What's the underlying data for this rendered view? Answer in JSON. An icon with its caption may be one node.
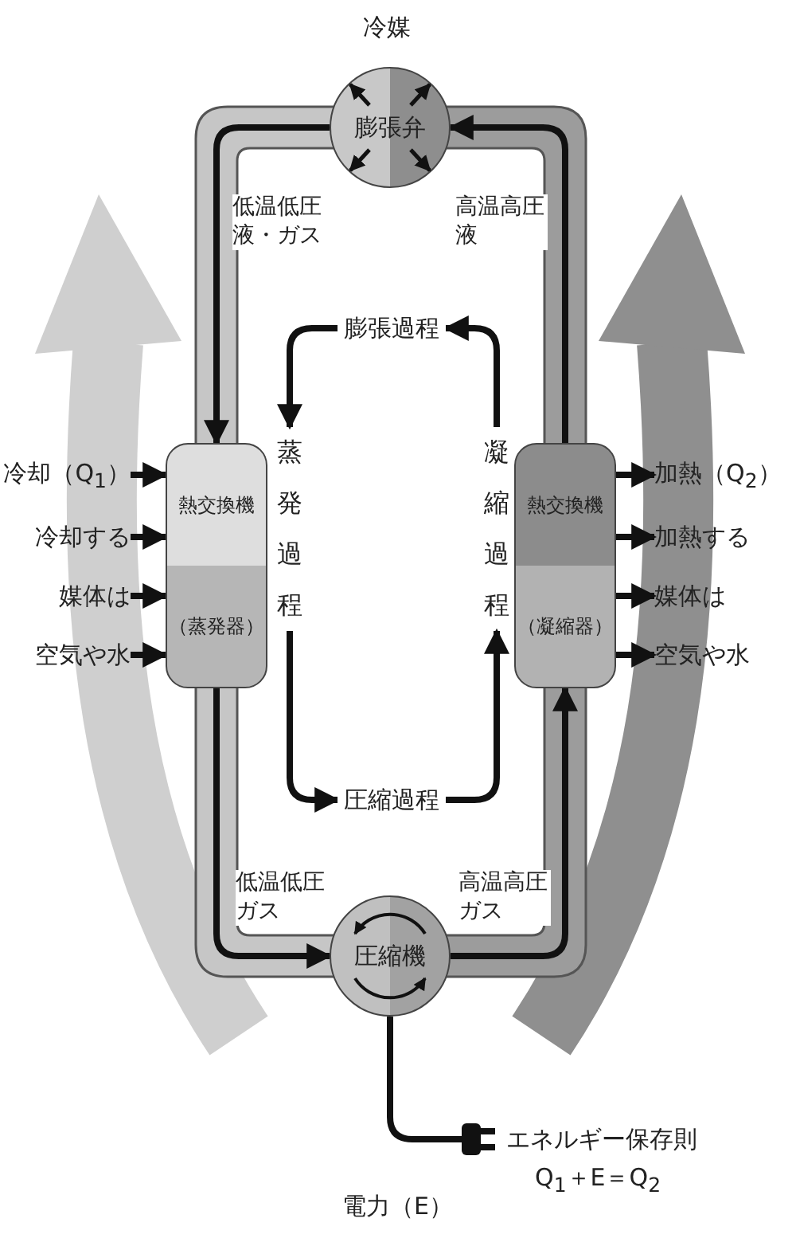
{
  "diagram": {
    "nodes": [
      {
        "text": [
          "膨張弁"
        ]
      },
      {
        "text": [
          "膨張過程"
        ]
      },
      {
        "text": [
          "冷却（Q$_{1}$）"
        ]
      },
      {
        "text": [
          "冷却する"
        ]
      },
      {
        "text": [
          "媒体は"
        ]
      },
      {
        "text": [
          "空気や水"
        ]
      },
      {
        "text": [
          "熱交換機",
          "（蒸発器）"
        ]
      },
      {
        "text": [
          "蒸発過程"
        ]
      },
      {
        "text": [
          "凝縮過程"
        ]
      },
      {
        "text": [
          "熱交換機",
          "（凝縮器）"
        ]
      },
      {
        "text": [
          "加熱（Q$_{2}$）"
        ]
      },
      {
        "text": [
          "加熱する"
        ]
      },
      {
        "text": [
          "媒体は"
        ]
      },
      {
        "text": [
          "空気や水"
        ]
      },
      {
        "text": [
          "圧縮過程"
        ]
      },
      {
        "text": [
          "圧縮機"
        ]
      },
      {
        "text": [],
        "shape": "plug"
      }
    ],
    "edges": [
      {
        "from": 0,
        "to": 6,
        "arrow": "to",
        "label": "低温低圧液・ガス"
      },
      {
        "from": 6,
        "to": 15,
        "arrow": "to",
        "label": "低温低圧ガス"
      },
      {
        "from": 15,
        "to": 9,
        "arrow": "to",
        "label": "高温高圧ガス"
      },
      {
        "from": 9,
        "to": 0,
        "arrow": "to",
        "label": "高温高圧液"
      },
      {
        "from": 1,
        "to": 7,
        "arrow": "to"
      },
      {
        "from": 7,
        "to": 14,
        "arrow": "to"
      },
      {
        "from": 14,
        "to": 8,
        "arrow": "to"
      },
      {
        "from": 8,
        "to": 1,
        "arrow": "to"
      },
      {
        "from": 2,
        "to": 6,
        "arrow": "to"
      },
      {
        "from": 3,
        "to": 6,
        "arrow": "to"
      },
      {
        "from": 4,
        "to": 6,
        "arrow": "to"
      },
      {
        "from": 5,
        "to": 6,
        "arrow": "to"
      },
      {
        "from": 9,
        "to": 10,
        "arrow": "to"
      },
      {
        "from": 9,
        "to": 11,
        "arrow": "to"
      },
      {
        "from": 9,
        "to": 12,
        "arrow": "to"
      },
      {
        "from": 9,
        "to": 13,
        "arrow": "to"
      },
      {
        "from": 15,
        "to": 16,
        "arrow": "none"
      }
    ],
    "labels": [
      "冷媒",
      "電力（E）",
      "エネルギー保存則",
      "Q$_{1}$＋E＝Q$_{2}$"
    ]
  }
}
